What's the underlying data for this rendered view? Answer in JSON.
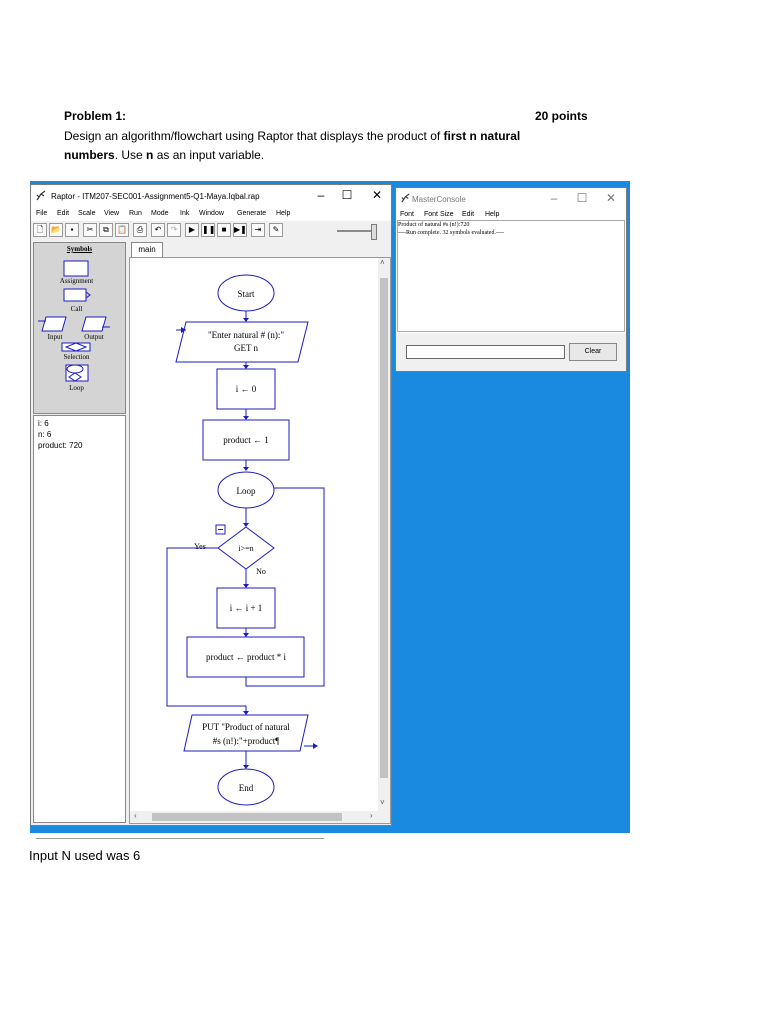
{
  "problem": {
    "title": "Problem 1:",
    "points": "20 points",
    "line1_before": "Design an algorithm/flowchart using Raptor that displays the product of ",
    "line1_bold": "first n natural",
    "line2_bold": "numbers",
    "line2_mid": ". Use ",
    "line2_bold2": "n",
    "line2_after": " as an input variable."
  },
  "caption": "Input N used was 6",
  "raptor": {
    "title": "Raptor - ITM207-SEC001-Assignment5-Q1-Maya.Iqbal.rap",
    "menu": [
      "File",
      "Edit",
      "Scale",
      "View",
      "Run",
      "Mode",
      "Ink",
      "Window",
      "Generate",
      "Help"
    ],
    "symbols": {
      "heading": "Symbols",
      "assignment": "Assignment",
      "call": "Call",
      "input": "Input",
      "output": "Output",
      "selection": "Selection",
      "loop": "Loop"
    },
    "variables": [
      "i: 6",
      "n: 6",
      "product: 720"
    ],
    "tab": "main",
    "flowchart": {
      "start": "Start",
      "input_prompt": "\"Enter natural # (n):\"",
      "input_get": "GET n",
      "assign_i": "i ← 0",
      "assign_product": "product ← 1",
      "loop": "Loop",
      "condition": "i>=n",
      "yes": "Yes",
      "no": "No",
      "increment": "i ← i + 1",
      "multiply": "product ← product * i",
      "output_line1": "PUT \"Product of natural",
      "output_line2": "#s (n!):\"+product¶",
      "end": "End"
    }
  },
  "console": {
    "title": "MasterConsole",
    "menu": [
      "Font",
      "Font Size",
      "Edit",
      "Help"
    ],
    "lines": [
      "Product of natural #s (n!):720",
      "----Run complete.  32 symbols evaluated.----"
    ],
    "clear": "Clear"
  },
  "colors": {
    "flow_stroke": "#1c1cc0",
    "desktop": "#1a89e0"
  }
}
